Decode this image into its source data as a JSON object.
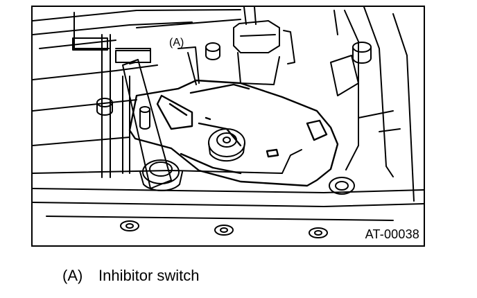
{
  "figure": {
    "callout": "(A)",
    "code": "AT-00038"
  },
  "legend": [
    {
      "key": "(A)",
      "text": "Inhibitor switch"
    }
  ]
}
